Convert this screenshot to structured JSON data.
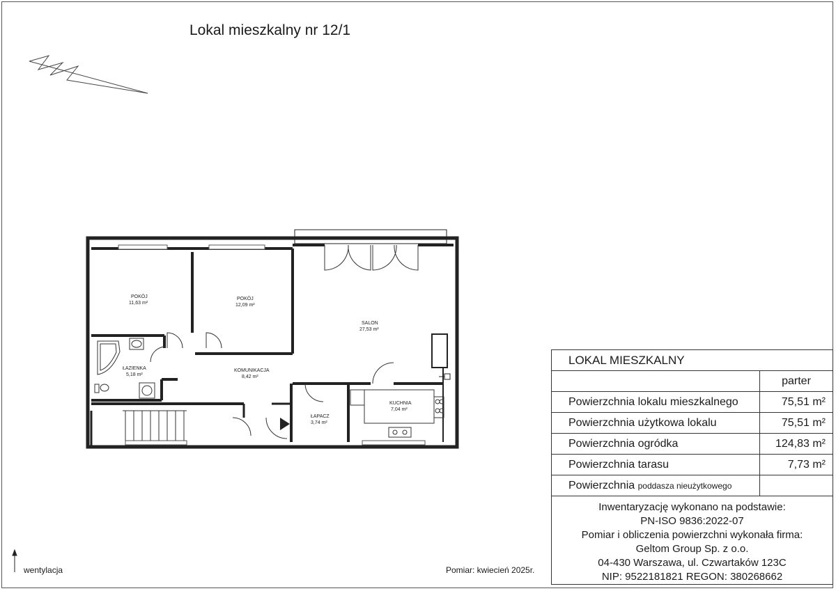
{
  "title": "Lokal mieszkalny nr 12/1",
  "rooms": {
    "pokoj1": {
      "name": "POKÓJ",
      "area": "11,63 m²"
    },
    "pokoj2": {
      "name": "POKÓJ",
      "area": "12,09 m²"
    },
    "salon": {
      "name": "SALON",
      "area": "27,53 m²"
    },
    "lazienka": {
      "name": "ŁAZIENKA",
      "area": "5,18 m²"
    },
    "komunikacja": {
      "name": "KOMUNIKACJA",
      "area": "8,42 m²"
    },
    "kuchnia": {
      "name": "KUCHNIA",
      "area": "7,04 m²"
    },
    "lapacz": {
      "name": "ŁAPACZ",
      "area": "3,74 m²"
    }
  },
  "legend": {
    "vent_label": "wentylacja"
  },
  "measurement_note": "Pomiar: kwiecień 2025r.",
  "summary": {
    "heading": "LOKAL MIESZKALNY",
    "column": "parter",
    "rows": [
      {
        "label": "Powierzchnia lokalu mieszkalnego",
        "value": "75,51 m²"
      },
      {
        "label": "Powierzchnia użytkowa lokalu",
        "value": "75,51 m²"
      },
      {
        "label": "Powierzchnia ogródka",
        "value": "124,83 m²"
      },
      {
        "label": "Powierzchnia tarasu",
        "value": "7,73 m²"
      }
    ],
    "attic_label_main": "Powierzchnia",
    "attic_label_small": "poddasza nieużytkowego",
    "attic_value": "",
    "footer": [
      "Inwentaryzację wykonano na podstawie:",
      "PN-ISO 9836:2022-07",
      "Pomiar i obliczenia powierzchni wykonała firma:",
      "Geltom Group Sp. z o.o.",
      "04-430 Warszawa, ul. Czwartaków 123C",
      "NIP: 9522181821 REGON: 380268662"
    ]
  }
}
